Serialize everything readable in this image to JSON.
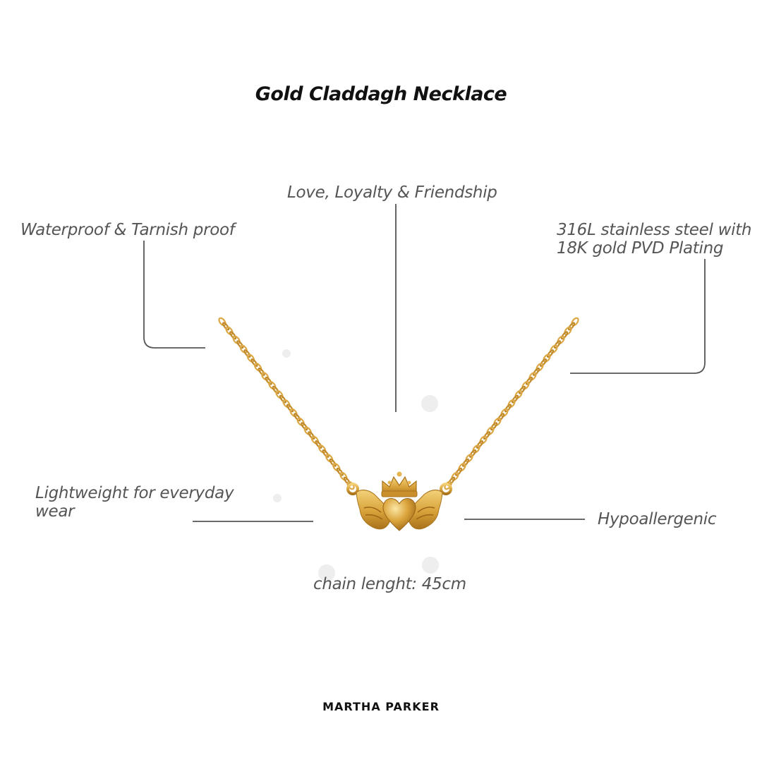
{
  "title": "Gold Claddagh Necklace",
  "features": {
    "meaning": "Love, Loyalty & Friendship",
    "waterproof": "Waterproof & Tarnish proof",
    "material_line1": "316L stainless steel with",
    "material_line2": "18K gold PVD Plating",
    "lightweight_line1": "Lightweight for everyday",
    "lightweight_line2": "wear",
    "hypoallergenic": "Hypoallergenic",
    "chain_length": "chain lenght: 45cm"
  },
  "brand": "MARTHA PARKER",
  "colors": {
    "gold": "#d8a23a",
    "gold_light": "#f3d27a",
    "gold_dark": "#a9721b",
    "callout_line": "#555555",
    "text": "#555555"
  },
  "icons": [
    "claddagh-pendant-icon"
  ]
}
